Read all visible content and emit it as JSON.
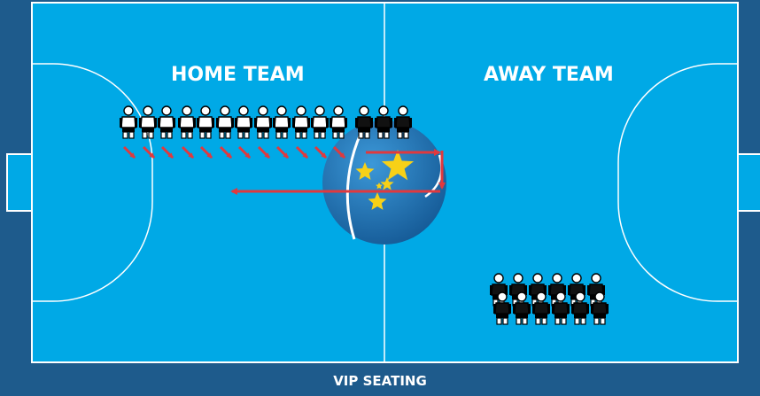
{
  "labels": {
    "home_team": "HOME TEAM",
    "away_team": "AWAY TEAM",
    "vip_seating": "VIP SEATING"
  },
  "colors": {
    "background": "#1e5b8c",
    "court": "#00a9e6",
    "court_lines": "#ffffff",
    "arrow": "#e0393e",
    "star": "#f7d117",
    "logo_ball": "#1e74b8",
    "home_kit": "#ffffff",
    "away_kit": "#111111"
  },
  "formation": {
    "top_row_white_players": 12,
    "top_row_black_players": 3,
    "away_block_rows": 2,
    "away_block_cols": 6,
    "diagonal_arrows": 12,
    "stars": 5
  }
}
